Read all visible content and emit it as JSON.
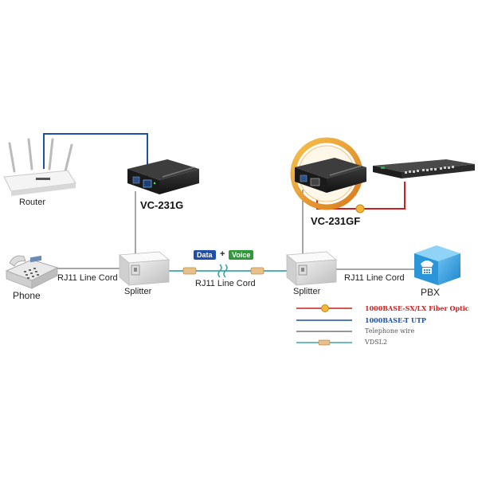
{
  "devices": {
    "router": "Router",
    "phone": "Phone",
    "pbx": "PBX",
    "splitter_left": "Splitter",
    "splitter_right": "Splitter",
    "converter_left": "VC-231G",
    "converter_right": "VC-231GF"
  },
  "cables": {
    "cord_left": "RJ11 Line Cord",
    "cord_middle": "RJ11 Line Cord",
    "cord_right": "RJ11 Line Cord"
  },
  "badges": {
    "data": "Data",
    "plus": "+",
    "voice": "Voice"
  },
  "legend": [
    {
      "label": "1000BASE-SX/LX Fiber Optic",
      "color": "#cc1f1f",
      "marker": "fiber-connector-icon"
    },
    {
      "label": "1000BASE-T UTP",
      "color": "#1f4fa8",
      "marker": "none"
    },
    {
      "label": "Telephone wire",
      "color": "#555555",
      "marker": "none"
    },
    {
      "label": "VDSL2",
      "color": "#3aa6a6",
      "marker": "vdsl-connector-icon"
    }
  ],
  "colors": {
    "fiber": "#cc1f1f",
    "utp": "#1f4fa8",
    "telephone": "#888888",
    "vdsl": "#3aa6a6",
    "data_badge": "#1f4fa8",
    "voice_badge": "#2e9a3a",
    "highlight_ring": "#e8a43a"
  }
}
